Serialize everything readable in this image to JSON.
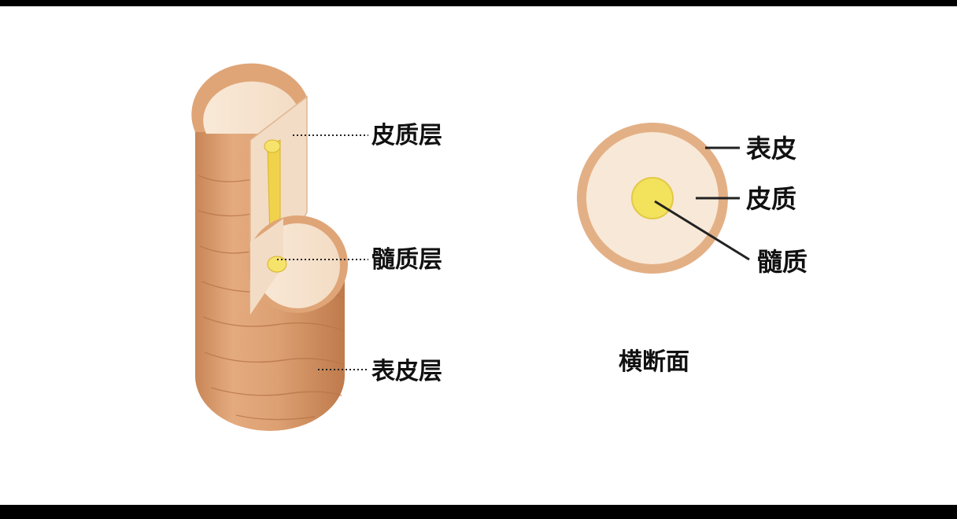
{
  "colors": {
    "background": "#ffffff",
    "border_bars": "#000000",
    "cuticle": "#e7b78c",
    "cuticle_dark": "#c9895a",
    "cortex": "#f8e7d6",
    "medulla": "#f3e25c",
    "leader_line": "#222222"
  },
  "longitudinal": {
    "label_cortex": "皮质层",
    "label_medulla": "髓质层",
    "label_cuticle": "表皮层"
  },
  "cross_section": {
    "label_cuticle": "表皮",
    "label_cortex": "皮质",
    "label_medulla": "髓质",
    "caption": "横断面"
  }
}
